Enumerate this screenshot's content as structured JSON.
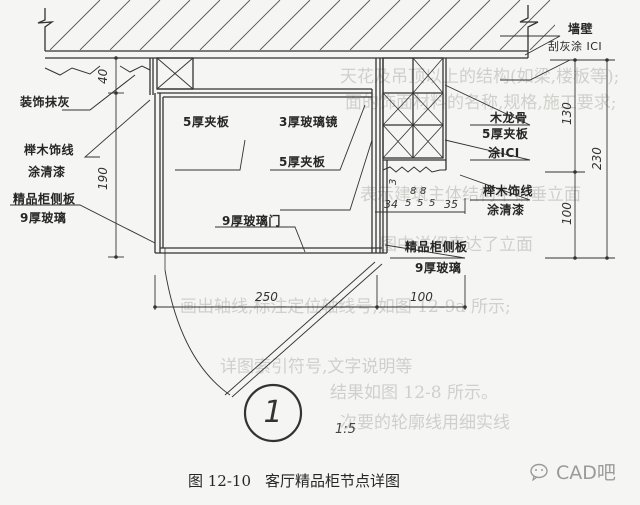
{
  "figure": {
    "caption_number": "图 12-10",
    "caption_title": "客厅精品柜节点详图",
    "detail_number": "1",
    "scale": "1:5"
  },
  "labels": {
    "wall": "墙壁",
    "wall_finish": "刮灰涂 ICI",
    "decorative_plaster": "装饰抹灰",
    "plywood_5_top": "5厚夹板",
    "mirror_glass_3": "3厚玻璃镜",
    "plywood_5_mid": "5厚夹板",
    "wood_keel": "木龙骨",
    "plywood_5_ici_line1": "5厚夹板",
    "plywood_5_ici_line2": "涂ICI",
    "beech_molding_left_line1": "榉木饰线",
    "beech_molding_left_line2": "涂清漆",
    "beech_molding_right_line1": "榉木饰线",
    "beech_molding_right_line2": "涂清漆",
    "side_panel_left_line1": "精品柜侧板",
    "side_panel_left_line2": "9厚玻璃",
    "side_panel_right_line1": "精品柜侧板",
    "side_panel_right_line2": "9厚玻璃",
    "glass_door": "9厚玻璃门"
  },
  "dimensions": {
    "d40": "40",
    "d190": "190",
    "d130": "130",
    "d100_vertical": "100",
    "d230": "230",
    "d250": "250",
    "d100_horizontal": "100",
    "molding_3": "3",
    "molding_8a": "8",
    "molding_8b": "8",
    "molding_34": "34",
    "molding_5a": "5",
    "molding_5b": "5",
    "molding_5c": "5",
    "molding_35": "35"
  },
  "watermark": {
    "icon": "wechat-icon",
    "text": "CAD吧"
  },
  "colors": {
    "line": "#3a3a3a",
    "paper": "#f5f5f3",
    "bleed_text": "#cfcfcb"
  }
}
